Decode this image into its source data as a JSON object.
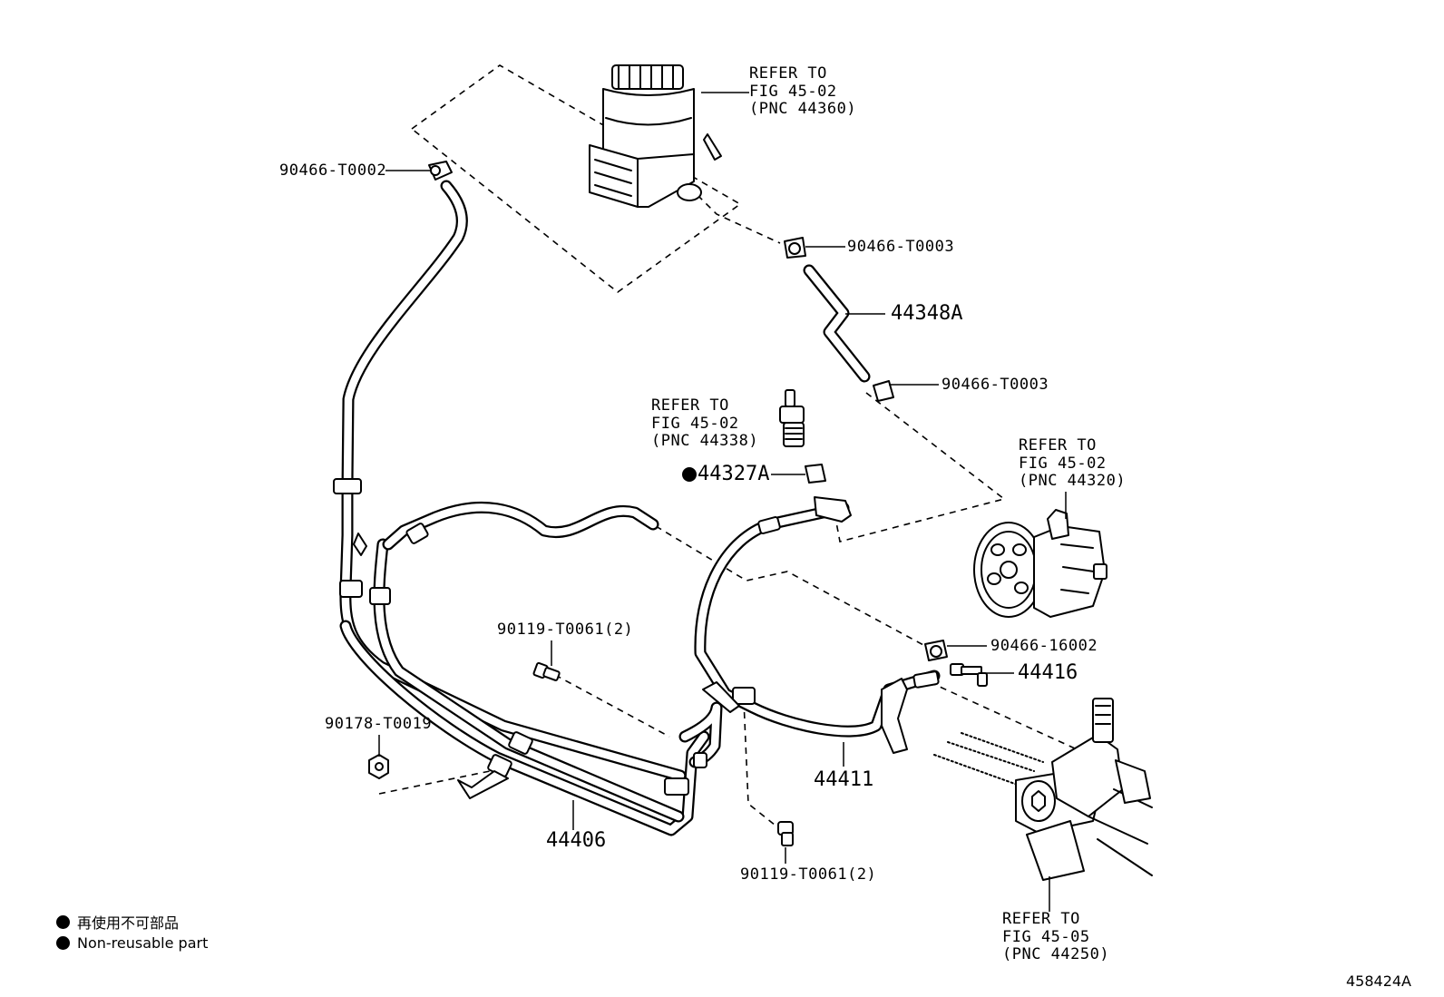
{
  "callouts": {
    "clamp_top_left": "90466-T0002",
    "clamp_reservoir": "90466-T0003",
    "hose_suction": "44348A",
    "clamp_pump": "90466-T0003",
    "gasket": "44327A",
    "clamp_return": "90466-16002",
    "union_bolt": "44416",
    "bolt_left": "90119-T0061(2)",
    "bolt_bottom": "90119-T0061(2)",
    "nut": "90178-T0019",
    "hose_return": "44406",
    "hose_pressure": "44411"
  },
  "references": {
    "reservoir": [
      "REFER TO",
      "FIG 45-02",
      "(PNC 44360)"
    ],
    "valve": [
      "REFER TO",
      "FIG 45-02",
      "(PNC 44338)"
    ],
    "pump": [
      "REFER TO",
      "FIG 45-02",
      "(PNC 44320)"
    ],
    "gear": [
      "REFER TO",
      "FIG 45-05",
      "(PNC 44250)"
    ]
  },
  "legend": {
    "line_jp": "再使用不可部品",
    "line_en": "Non-reusable part"
  },
  "figure_id": "458424A"
}
